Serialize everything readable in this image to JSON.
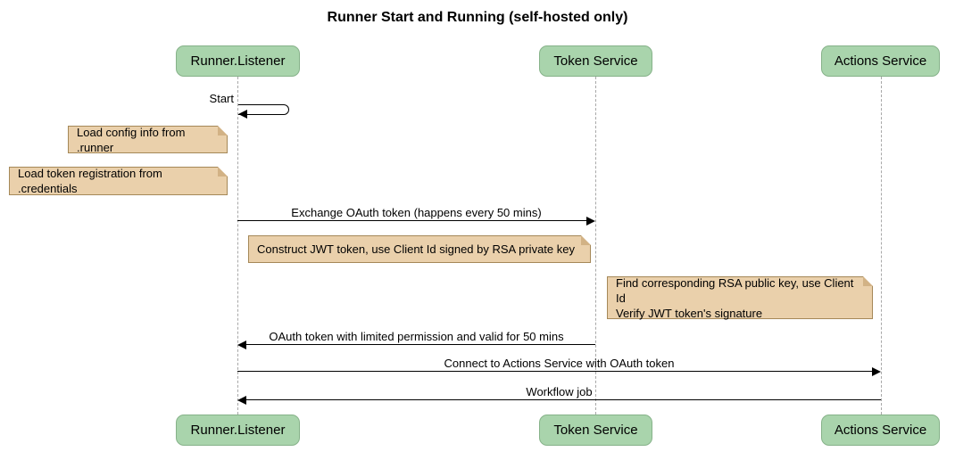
{
  "title": "Runner Start and Running (self-hosted only)",
  "colors": {
    "participant_fill": "#a9d4ac",
    "participant_border": "#86b289",
    "note_fill": "#ead0ab",
    "note_border": "#a58858",
    "note_fold": "#d2b285",
    "lifeline": "#a8a8a8",
    "message": "#000000"
  },
  "participants": [
    {
      "name": "Runner.Listener"
    },
    {
      "name": "Token Service"
    },
    {
      "name": "Actions Service"
    }
  ],
  "messages": [
    {
      "label": "Start",
      "from": "Runner.Listener",
      "to": "Runner.Listener",
      "type": "self"
    },
    {
      "label": "Exchange OAuth token (happens every 50 mins)",
      "from": "Runner.Listener",
      "to": "Token Service",
      "type": "solid-arrow"
    },
    {
      "label": "OAuth token with limited permission and valid for 50 mins",
      "from": "Token Service",
      "to": "Runner.Listener",
      "type": "solid-arrow"
    },
    {
      "label": "Connect to Actions Service with OAuth token",
      "from": "Runner.Listener",
      "to": "Actions Service",
      "type": "solid-arrow"
    },
    {
      "label": "Workflow job",
      "from": "Actions Service",
      "to": "Runner.Listener",
      "type": "solid-arrow"
    }
  ],
  "notes": [
    {
      "text": "Load config info from .runner"
    },
    {
      "text": "Load token registration from .credentials"
    },
    {
      "text": "Construct JWT token, use Client Id signed by RSA private key"
    },
    {
      "lines": [
        "Find corresponding RSA public key, use Client Id",
        "Verify JWT token's signature"
      ]
    }
  ]
}
